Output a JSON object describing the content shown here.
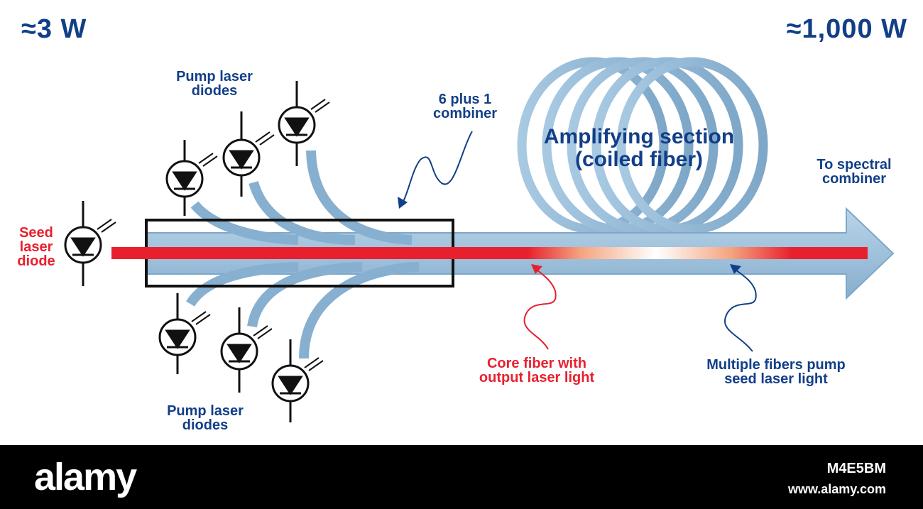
{
  "labels": {
    "input_power": "≈3 W",
    "output_power": "≈1,000 W",
    "pump_top": [
      "Pump laser",
      "diodes"
    ],
    "pump_bottom": [
      "Pump laser",
      "diodes"
    ],
    "seed": [
      "Seed",
      "laser",
      "diode"
    ],
    "combiner": [
      "6 plus 1",
      "combiner"
    ],
    "amplifying": [
      "Amplifying section",
      "(coiled fiber)"
    ],
    "spectral": [
      "To spectral",
      "combiner"
    ],
    "core": [
      "Core fiber with",
      "output laser light"
    ],
    "multiple": [
      "Multiple fibers pump",
      "seed laser light"
    ]
  },
  "colors": {
    "label_blue": "#123f87",
    "label_red": "#e8202e",
    "fiber_blue": "#8fb5d3",
    "core_red": "#e8202e",
    "footer_bg": "#000000"
  },
  "icons": [
    "laser-diode-icon",
    "arrow-icon"
  ],
  "footer": {
    "brand": "alamy",
    "image_id": "M4E5BM",
    "site": "www.alamy.com"
  }
}
